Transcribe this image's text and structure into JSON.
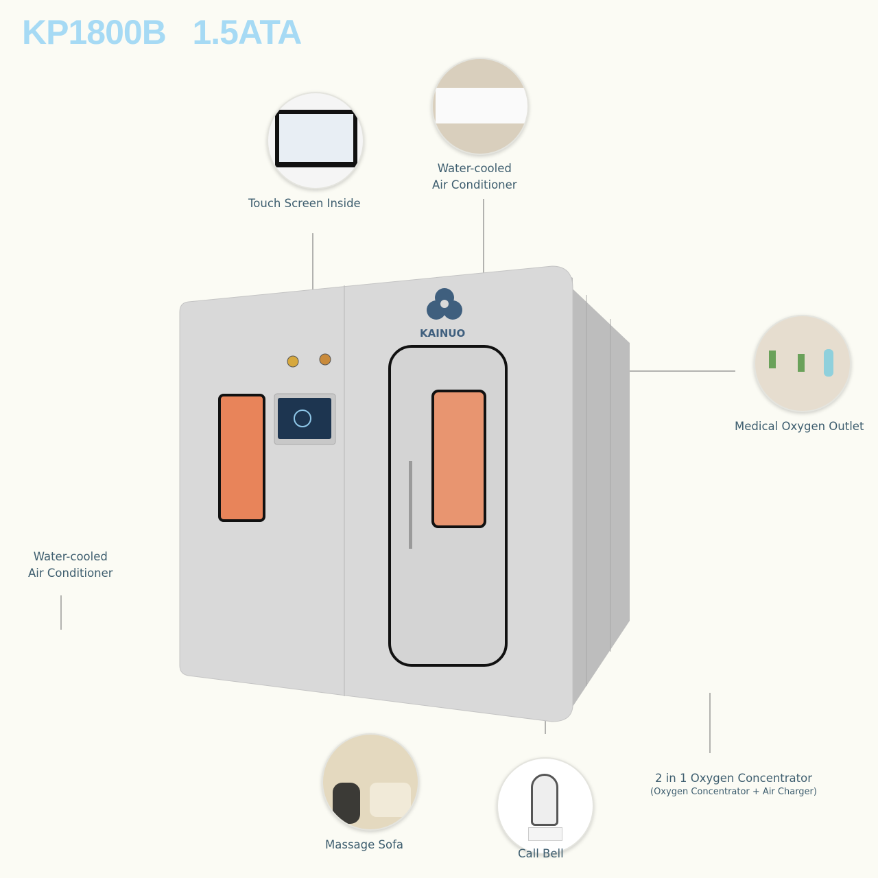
{
  "title": "KP1800B   1.5ATA",
  "brand": {
    "logo_text": "KAINUO"
  },
  "features": {
    "touch_screen": "Touch Screen Inside",
    "ac_top_line1": "Water-cooled",
    "ac_top_line2": "Air Conditioner",
    "oxygen_outlet": "Medical Oxygen Outlet",
    "ac_left_line1": "Water-cooled",
    "ac_left_line2": "Air Conditioner",
    "massage_sofa": "Massage Sofa",
    "call_bell": "Call Bell",
    "concentrator": "2 in 1 Oxygen Concentrator",
    "concentrator_sub": "(Oxygen Concentrator + Air Charger)"
  },
  "colors": {
    "title": "#a6daf4",
    "label": "#3d5d6e",
    "chamber": "#d6d6d6",
    "window": "#e89570"
  }
}
